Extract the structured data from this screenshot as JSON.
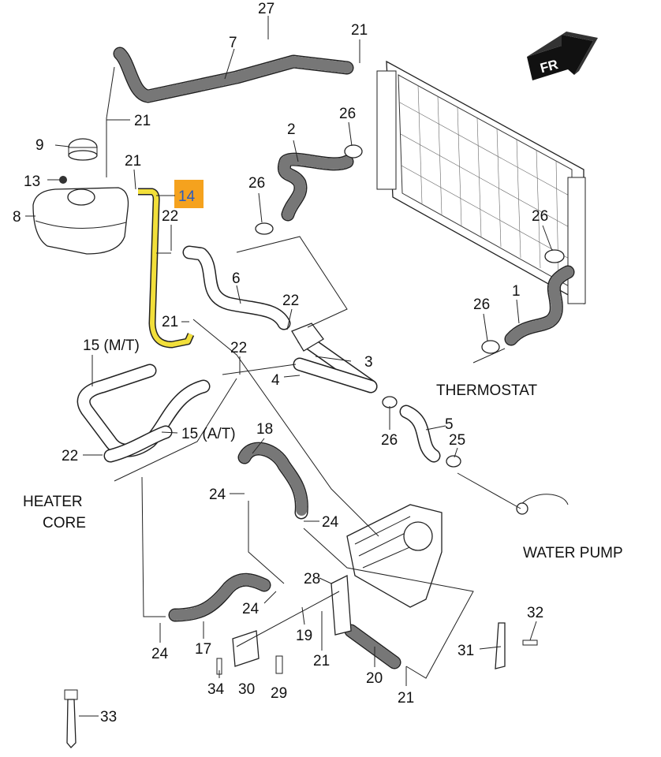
{
  "diagram": {
    "highlight_color": "#F5A21E",
    "highlighted_part_color": "#F2DF3A",
    "highlighted_part": "14",
    "orientation_badge": "FR",
    "callouts": [
      "27",
      "21",
      "7",
      "21",
      "9",
      "2",
      "26",
      "21",
      "13",
      "14",
      "26",
      "8",
      "22",
      "26",
      "6",
      "22",
      "1",
      "26",
      "21",
      "15 (M/T)",
      "22",
      "3",
      "4",
      "18",
      "15 (A/T)",
      "5",
      "25",
      "26",
      "22",
      "24",
      "24",
      "28",
      "24",
      "32",
      "19",
      "21",
      "17",
      "24",
      "31",
      "20",
      "34",
      "30",
      "29",
      "21",
      "33"
    ],
    "words": {
      "thermostat": "THERMOSTAT",
      "heater_core_line1": "HEATER",
      "heater_core_line2": "CORE",
      "water_pump": "WATER PUMP"
    }
  }
}
